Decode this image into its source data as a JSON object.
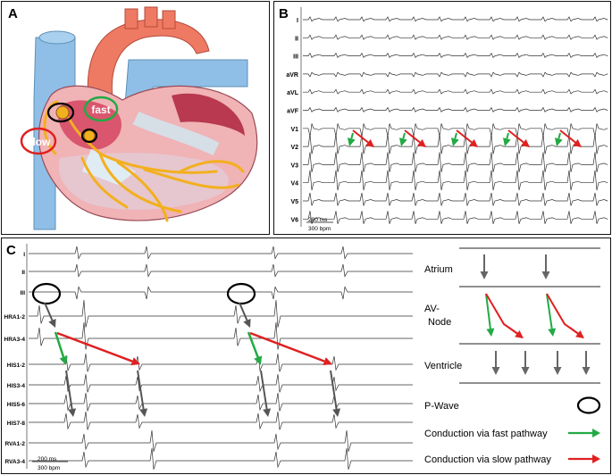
{
  "panels": {
    "a": {
      "letter": "A",
      "fast_label": "fast",
      "slow_label": "slow"
    },
    "b": {
      "letter": "B",
      "leads": [
        "I",
        "II",
        "III",
        "aVR",
        "aVL",
        "aVF",
        "V1",
        "V2",
        "V3",
        "V4",
        "V5",
        "V6"
      ],
      "scale": {
        "ms": "200 ms",
        "bpm": "300 bpm"
      }
    },
    "c": {
      "letter": "C",
      "leads": [
        "I",
        "II",
        "III",
        "HRA1-2",
        "HRA3-4",
        "HIS1-2",
        "HIS3-4",
        "HIS5-6",
        "HIS7-8",
        "RVA1-2",
        "RVA3-4"
      ],
      "scale": {
        "ms": "200 ms",
        "bpm": "300 bpm"
      },
      "diagram": {
        "atrium": "Atrium",
        "av_node_line1": "AV-",
        "av_node_line2": "Node",
        "ventricle": "Ventricle"
      },
      "legend": {
        "p_wave": "P-Wave",
        "fast": "Conduction via fast pathway",
        "slow": "Conduction via slow pathway"
      }
    }
  },
  "colors": {
    "fast": "#22aa44",
    "slow": "#e02020",
    "conduction": "#f2b01e",
    "aorta": "#ee7a63",
    "vena": "#8fbfe6",
    "myocardium": "#d9566e",
    "wall": "#f0b3b6"
  }
}
